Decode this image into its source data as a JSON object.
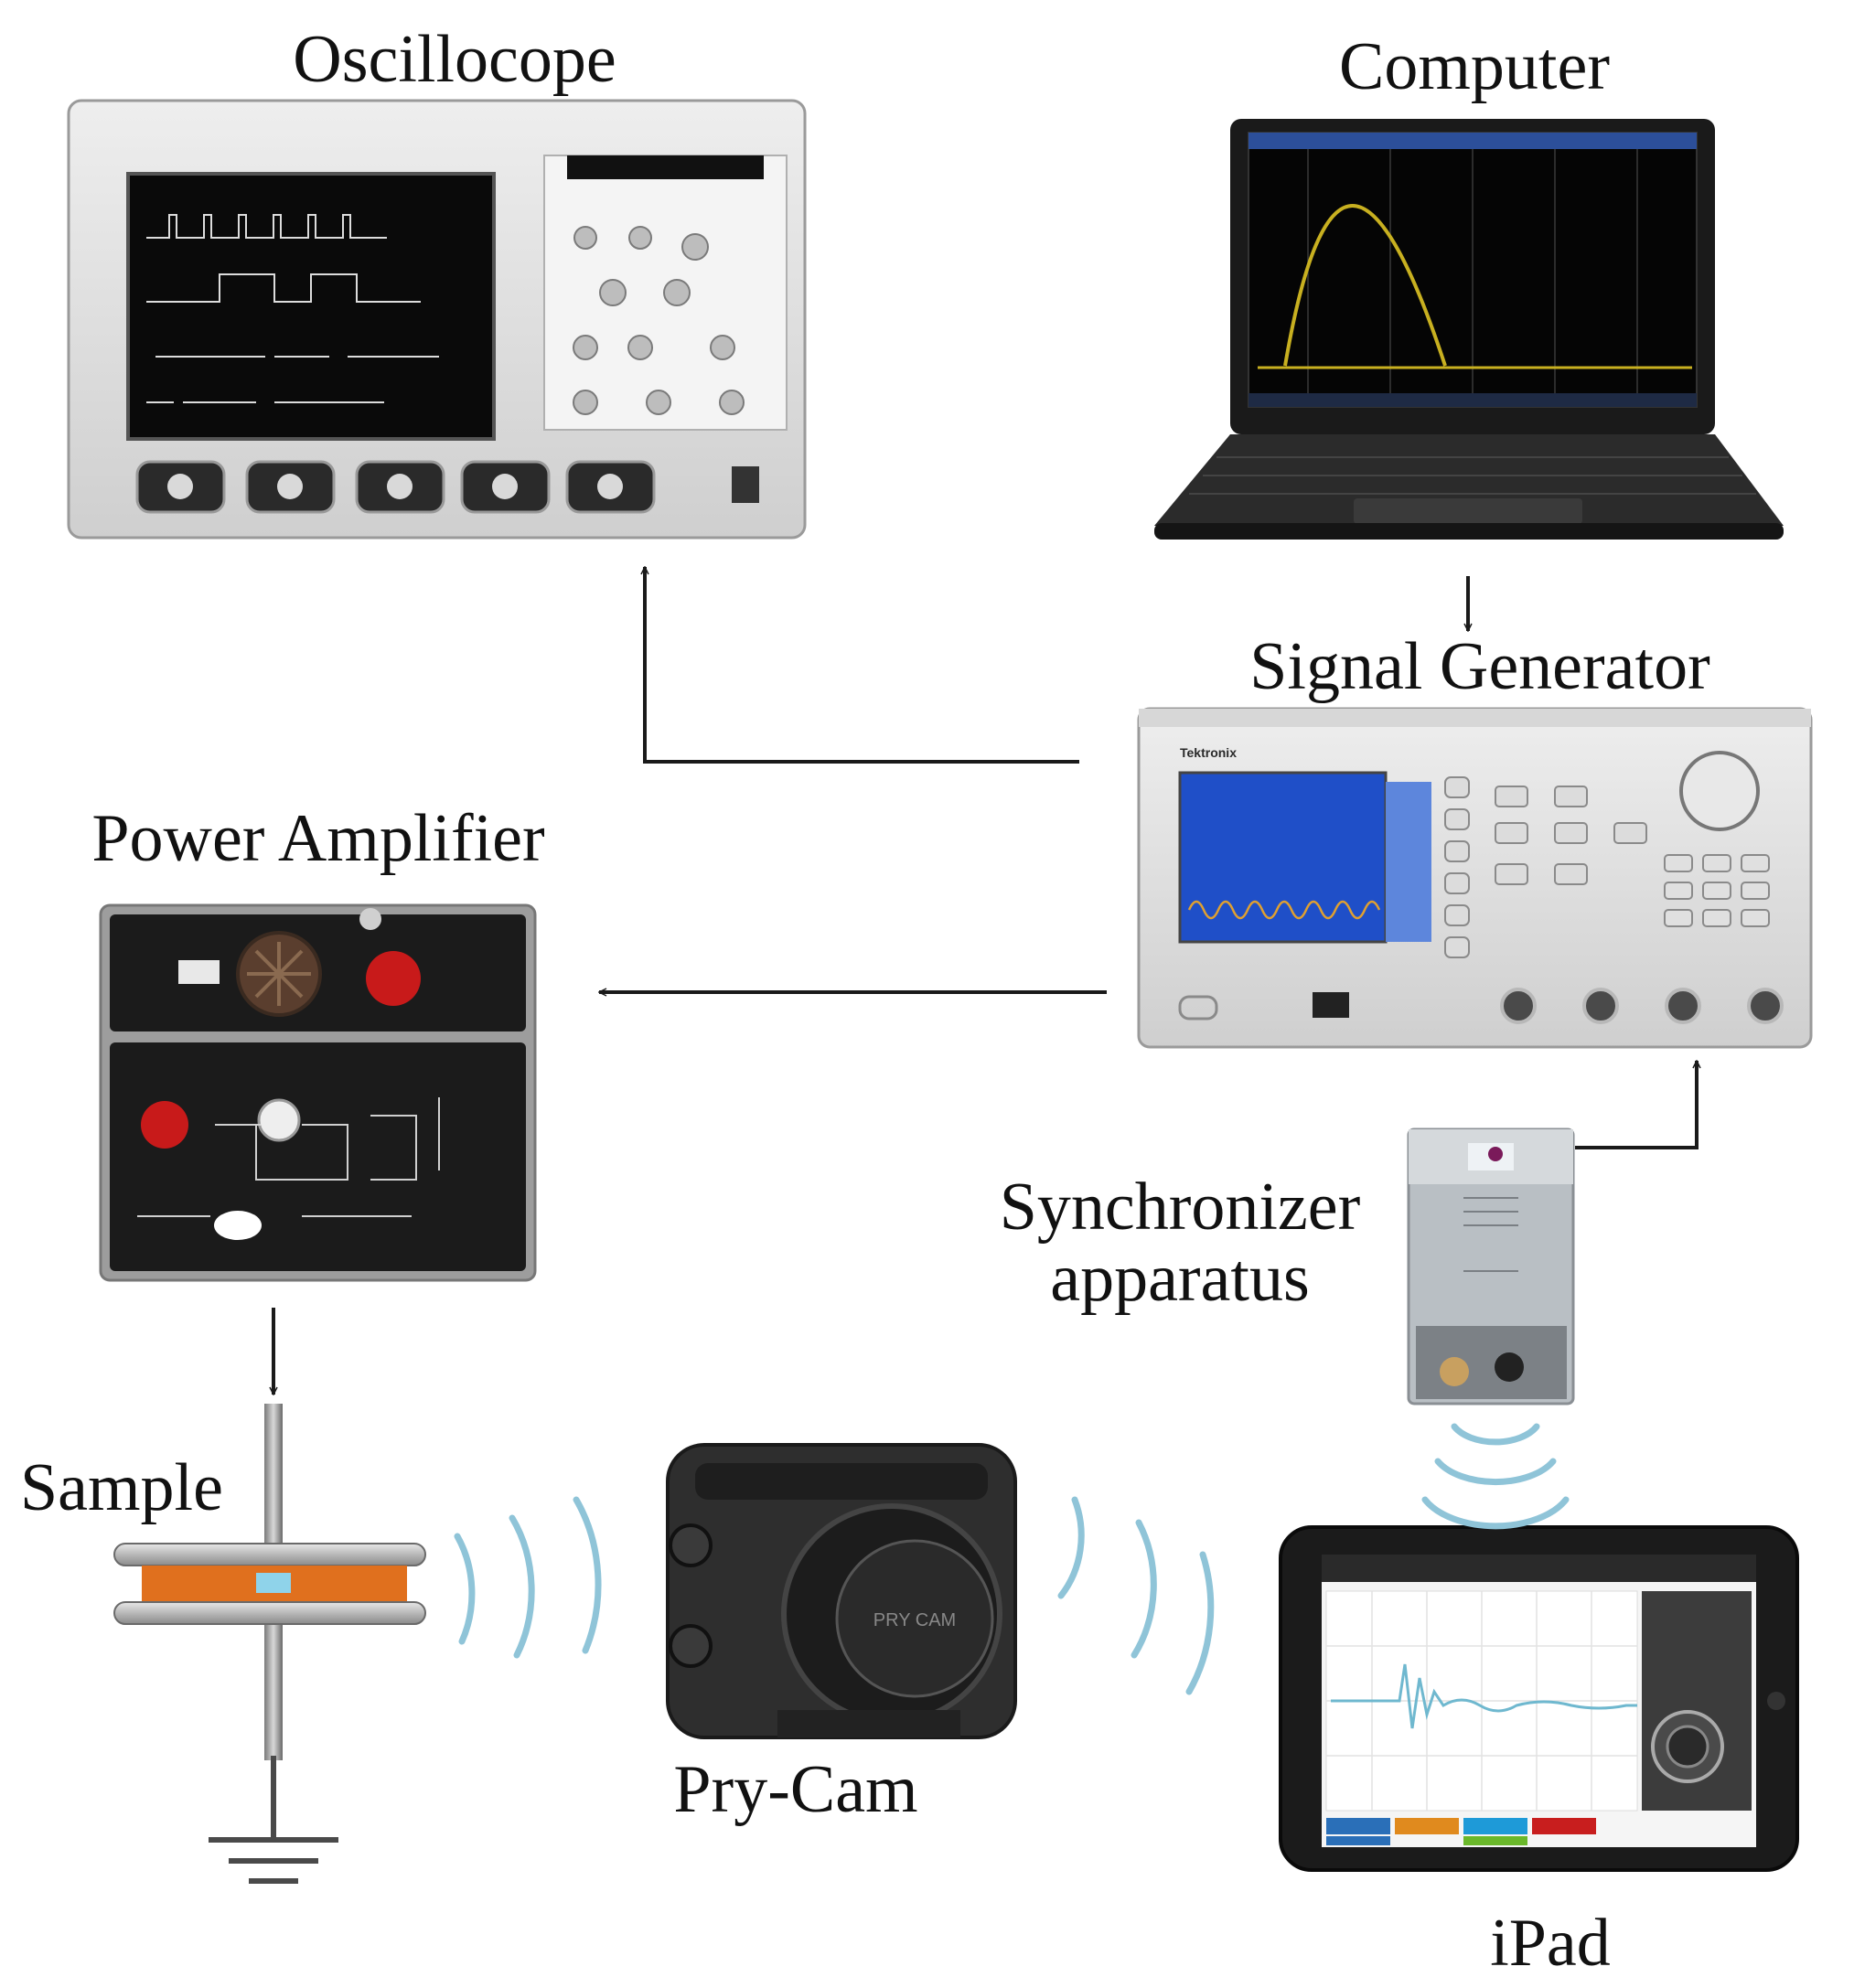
{
  "labels": {
    "oscilloscope": "Oscillocope",
    "computer": "Computer",
    "signal_generator": "Signal Generator",
    "power_amplifier": "Power Amplifier",
    "synchronizer_line1": "Synchronizer",
    "synchronizer_line2": "apparatus",
    "sample": "Sample",
    "pry_cam": "Pry-Cam",
    "ipad": "iPad"
  },
  "device_marks": {
    "signal_generator_brand": "Tektronix",
    "pry_cam_brand": "PRY CAM"
  },
  "colors": {
    "arrow": "#1a1a1a",
    "sample_core": "#e0701e",
    "sample_insert": "#8fd3ea",
    "wave": "#8fc4d8",
    "screen_blue": "#1f4fc8",
    "laptop_curve": "#c8b020",
    "fan_red": "#c81a1a"
  },
  "icons": [
    "antenna-wave-icon",
    "ground-symbol-icon",
    "arrow-icon"
  ]
}
